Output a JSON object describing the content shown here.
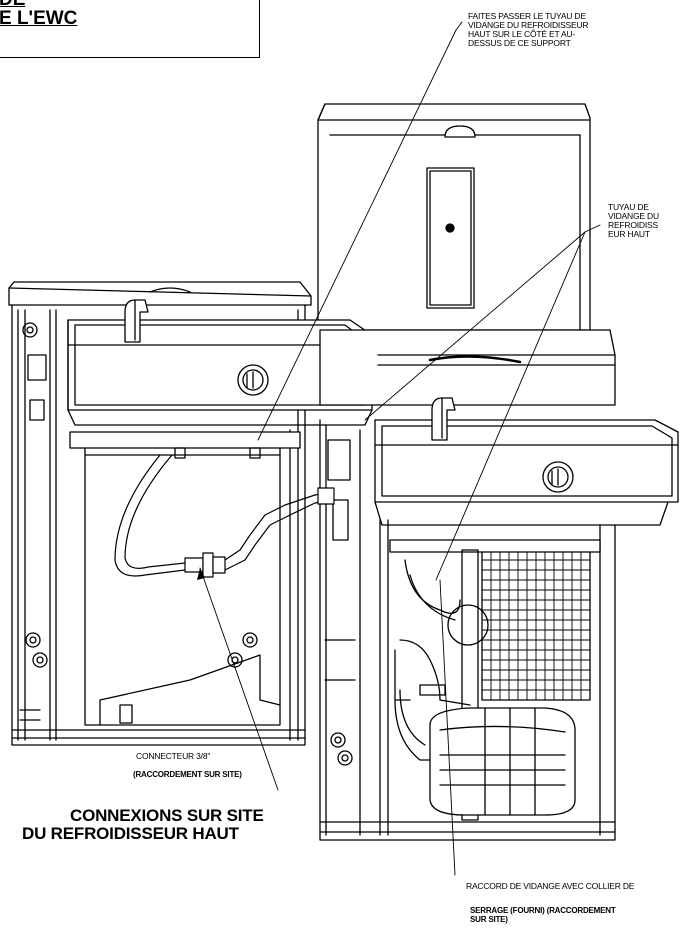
{
  "header": {
    "line1": "DE",
    "line2": "E L'EWC"
  },
  "callouts": {
    "route_drain": [
      "FAITES PASSER LE TUYAU DE",
      "VIDANGE DU REFROIDISSEUR",
      "HAUT SUR LE CÔTÉ ET AU-",
      "DESSUS DE CE SUPPORT"
    ],
    "drain_tube": [
      "TUYAU DE",
      "VIDANGE DU",
      "REFROIDISS",
      "EUR HAUT"
    ],
    "connector": "CONNECTEUR 3/8\"",
    "connector_note": "(RACCORDEMENT SUR SITE)",
    "site_connections": [
      "CONNEXIONS SUR SITE",
      "DU REFROIDISSEUR HAUT"
    ],
    "drain_fitting": "RACCORD DE VIDANGE AVEC COLLIER DE",
    "drain_fitting_line2": "SERRAGE (FOURNI) (RACCORDEMENT",
    "drain_fitting_line3": "SUR SITE)"
  },
  "colors": {
    "ink": "#000000",
    "background": "#ffffff",
    "shade": "#d9d9d9"
  }
}
